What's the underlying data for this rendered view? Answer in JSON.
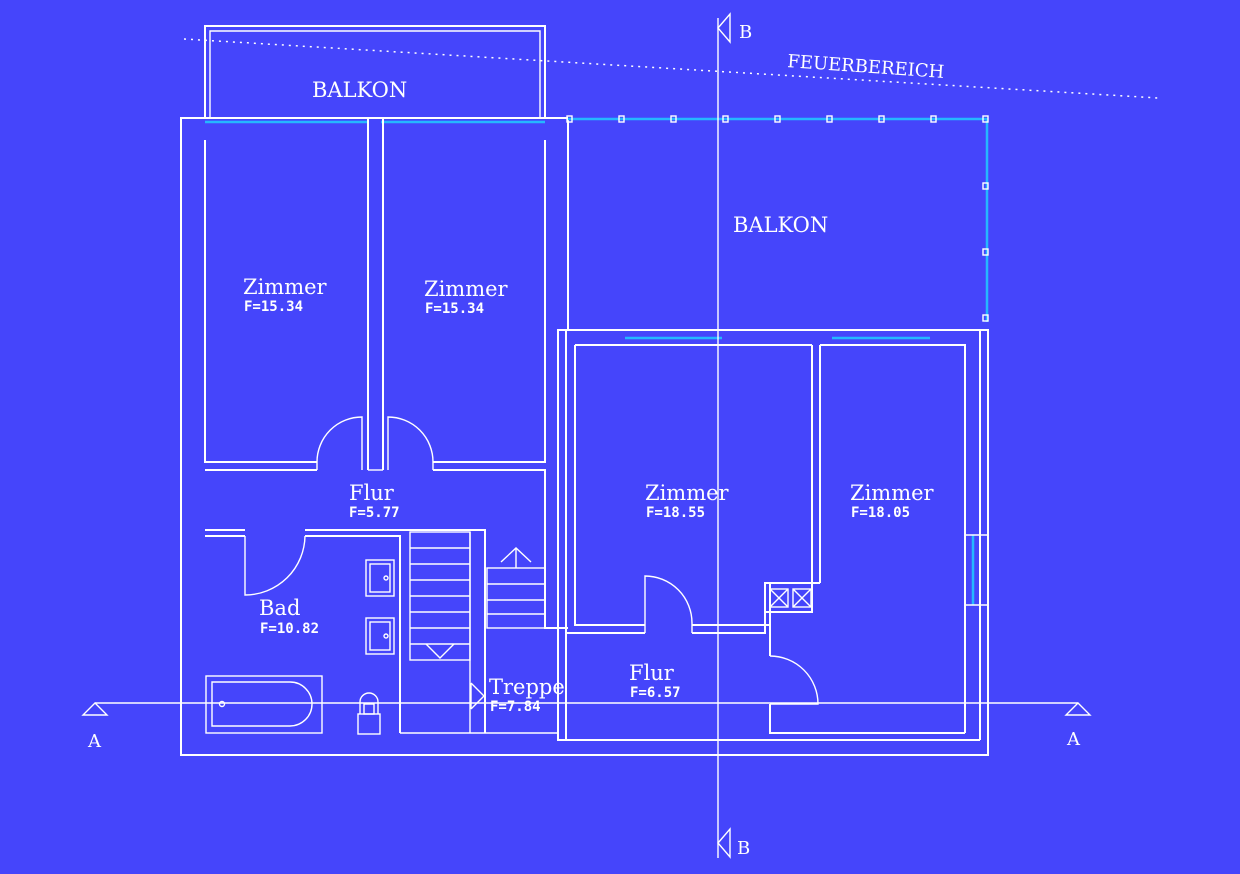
{
  "rooms": {
    "balkon_left": {
      "name": "BALKON"
    },
    "balkon_right": {
      "name": "BALKON"
    },
    "zimmer_1": {
      "name": "Zimmer",
      "area": "F=15.34"
    },
    "zimmer_2": {
      "name": "Zimmer",
      "area": "F=15.34"
    },
    "flur_upper": {
      "name": "Flur",
      "area": "F=5.77"
    },
    "bad": {
      "name": "Bad",
      "area": "F=10.82"
    },
    "treppe": {
      "name": "Treppe",
      "area": "F=7.84"
    },
    "flur_lower": {
      "name": "Flur",
      "area": "F=6.57"
    },
    "zimmer_3": {
      "name": "Zimmer",
      "area": "F=18.55"
    },
    "zimmer_4": {
      "name": "Zimmer",
      "area": "F=18.05"
    }
  },
  "annotations": {
    "fire_zone": "FEUERBEREICH"
  },
  "sections": {
    "a_left": "A",
    "a_right": "A",
    "b_top": "B",
    "b_bottom": "B"
  },
  "colors": {
    "background": "#4545fb",
    "lines": "#ffffff",
    "glazing": "#25b7ff"
  }
}
